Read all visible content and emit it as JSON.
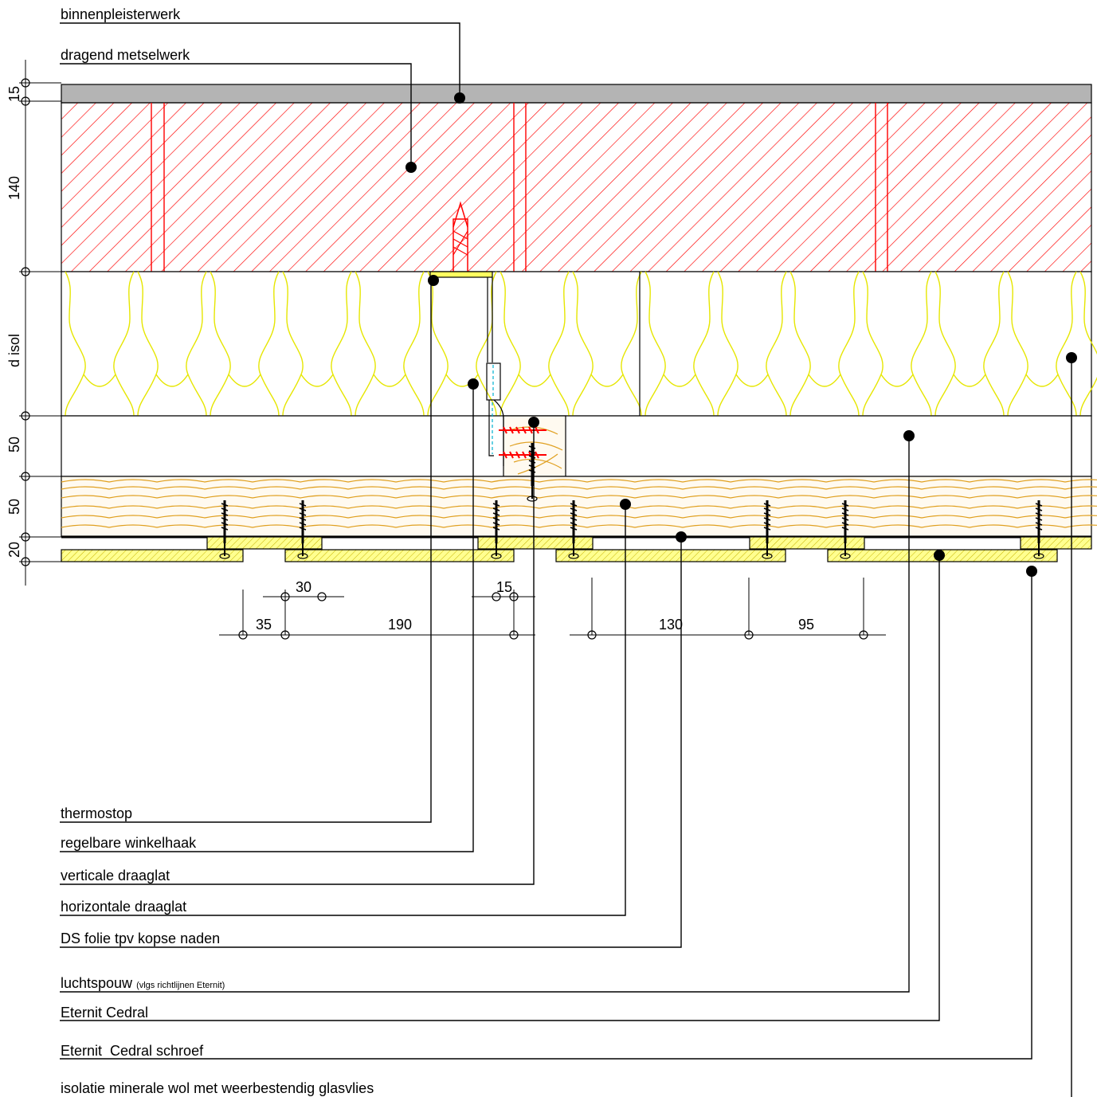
{
  "callouts": {
    "binnenpleisterwerk": "binnenpleisterwerk",
    "dragend_metselwerk": "dragend metselwerk",
    "thermostop": "thermostop",
    "regelbare_winkelhaak": "regelbare winkelhaak",
    "verticale_draaglat": "verticale draaglat",
    "horizontale_draaglat": "horizontale draaglat",
    "ds_folie": "DS folie tpv kopse naden",
    "luchtspouw": "luchtspouw",
    "luchtspouw_note": "(vlgs richtlijnen Eternit)",
    "eternit_cedral": "Eternit Cedral",
    "eternit_cedral_schroef": "Eternit  Cedral schroef",
    "isolatie": "isolatie minerale wol met weerbestendig glasvlies"
  },
  "left_dimensions": {
    "plaster": "15",
    "masonry": "140",
    "insulation": "d  isol",
    "air_gap": "50",
    "batten": "50",
    "cladding": "20"
  },
  "bottom_dimensions": {
    "d30": "30",
    "d15": "15",
    "d35": "35",
    "d190": "190",
    "d130": "130",
    "d95": "95"
  },
  "colors": {
    "plaster": "#b4b4b4",
    "masonry_hatch": "#ff0000",
    "insulation": "#ffff00",
    "wood": "#e0a020",
    "cladding_fill": "#ffff80",
    "bracket_blue": "#00b0d0"
  }
}
